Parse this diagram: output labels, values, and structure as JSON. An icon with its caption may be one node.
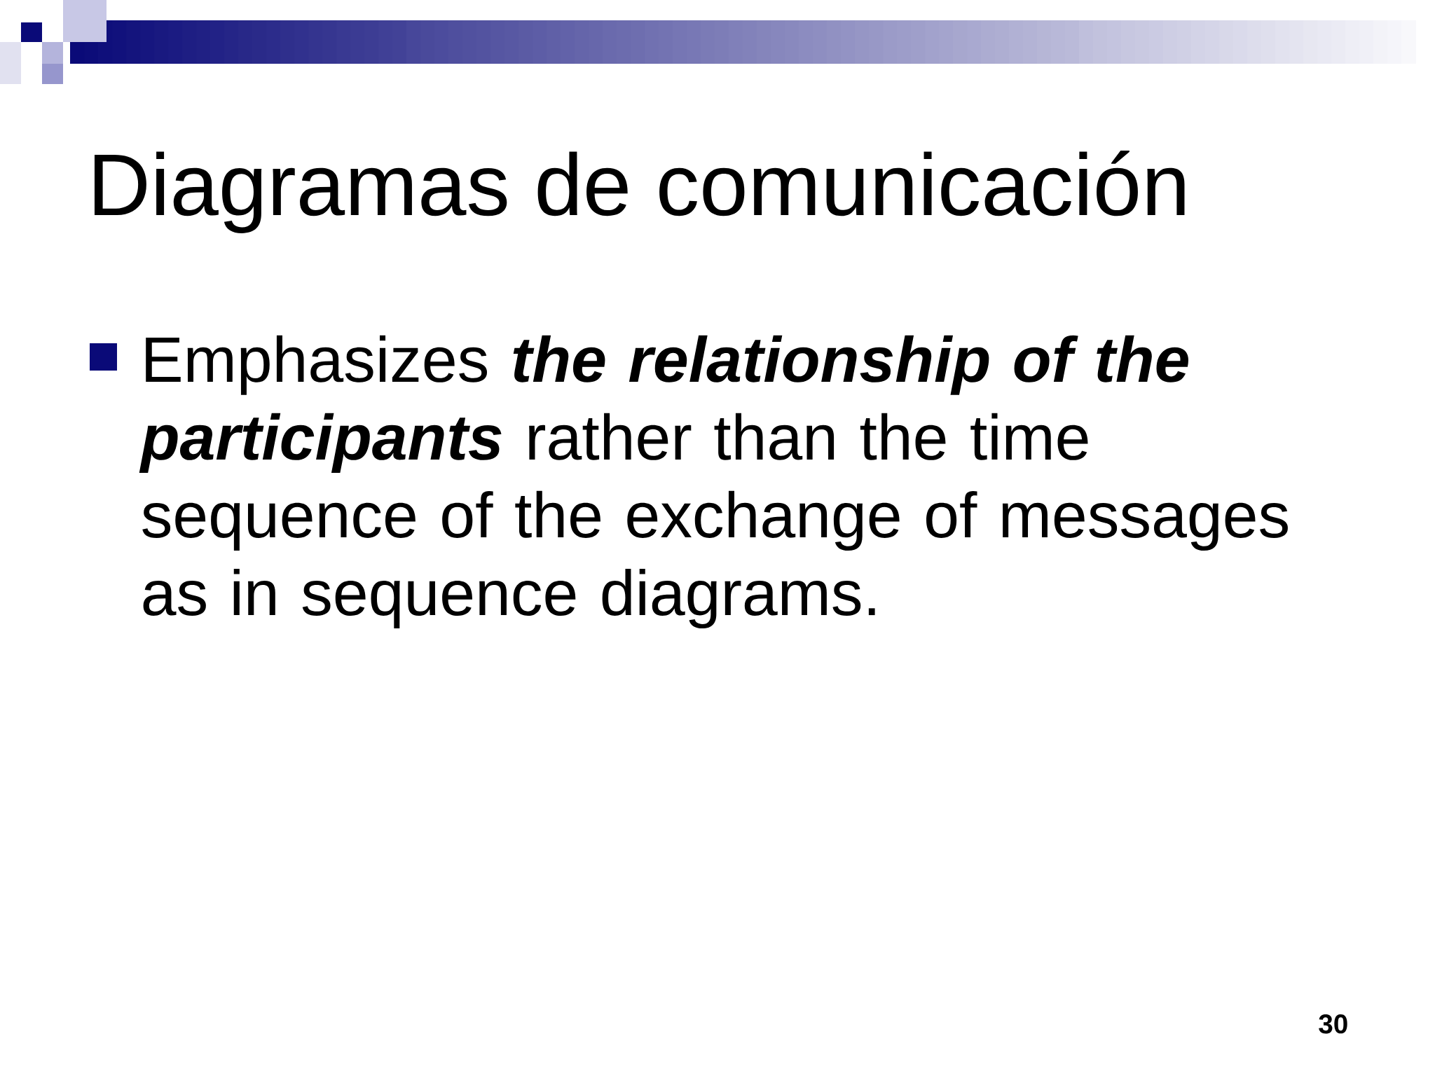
{
  "diagram": {
    "title": "Diagramas de comunicación",
    "labels": [
      "Emphasizes **the relationship of the participants** rather than the time sequence of the exchange of messages as in sequence diagrams.",
      "30"
    ]
  }
}
